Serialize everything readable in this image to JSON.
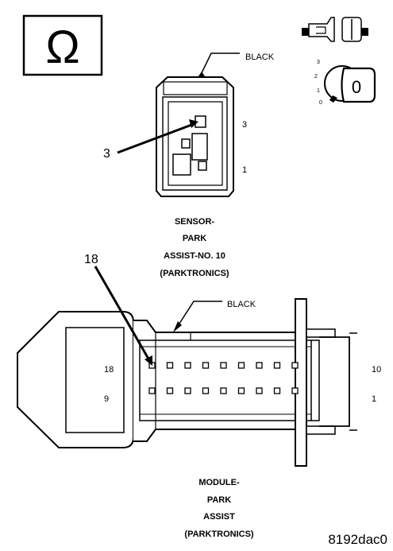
{
  "symbols": {
    "ohm_symbol": "Ω",
    "key_digit": "0",
    "key_positions": [
      "3",
      "2",
      "1",
      "0"
    ]
  },
  "sensor_connector": {
    "wire_color": "BLACK",
    "callout": "3",
    "pin_upper": "3",
    "pin_lower": "1",
    "caption": [
      "SENSOR-",
      "PARK",
      "ASSIST-NO. 10",
      "(PARKTRONICS)"
    ]
  },
  "module_connector": {
    "wire_color": "BLACK",
    "callout": "18",
    "row_top_left": "18",
    "row_top_right": "10",
    "row_bottom_left": "9",
    "row_bottom_right": "1",
    "caption": [
      "MODULE-",
      "PARK",
      "ASSIST",
      "(PARKTRONICS)"
    ]
  },
  "figure_id": "8192dac0",
  "icons": [
    "ohm-meter-icon",
    "connector-probe-icon",
    "ignition-key-icon"
  ]
}
